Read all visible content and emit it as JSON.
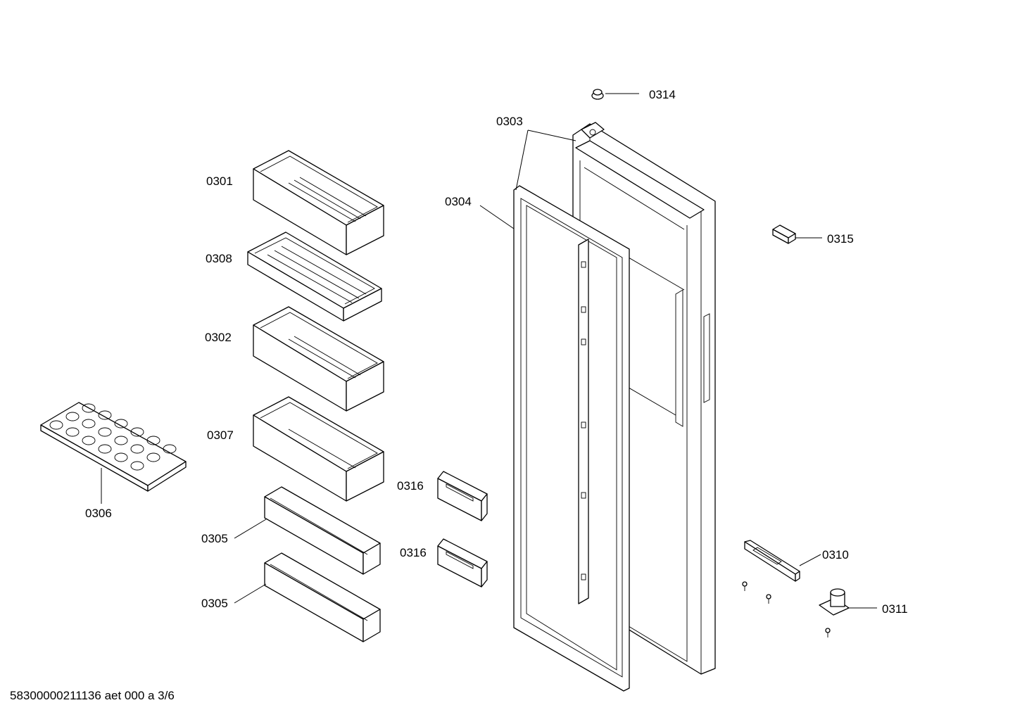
{
  "parts": [
    {
      "id": "0301"
    },
    {
      "id": "0302"
    },
    {
      "id": "0303"
    },
    {
      "id": "0304"
    },
    {
      "id": "0305"
    },
    {
      "id": "0306"
    },
    {
      "id": "0307"
    },
    {
      "id": "0308"
    },
    {
      "id": "0310"
    },
    {
      "id": "0311"
    },
    {
      "id": "0314"
    },
    {
      "id": "0315"
    },
    {
      "id": "0316"
    }
  ],
  "labels": {
    "p0301": "0301",
    "p0308": "0308",
    "p0302": "0302",
    "p0307": "0307",
    "p0305a": "0305",
    "p0305b": "0305",
    "p0306": "0306",
    "p0316a": "0316",
    "p0316b": "0316",
    "p0303": "0303",
    "p0304": "0304",
    "p0314": "0314",
    "p0315": "0315",
    "p0310": "0310",
    "p0311": "0311"
  },
  "footer": "58300000211136 aet 000 a 3/6"
}
